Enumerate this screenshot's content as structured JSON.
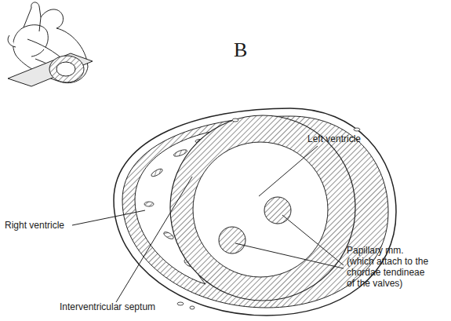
{
  "diagram": {
    "labels": [
      "B",
      "Left ventricle",
      "Right ventricle",
      "Papillary mm. (which attach to the chordae tendineae of the valves)",
      "Interventricular septum"
    ]
  }
}
